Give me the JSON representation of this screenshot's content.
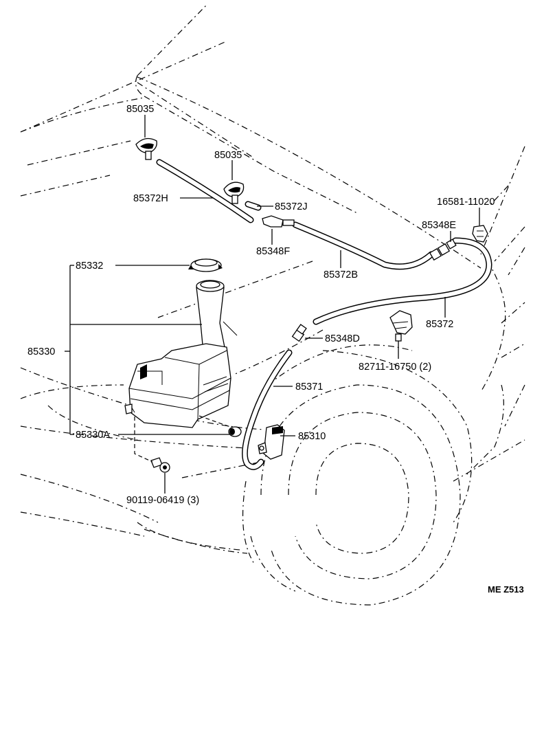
{
  "labels": {
    "nozzle_a": "85035",
    "nozzle_b": "85035",
    "hose_h": "85372H",
    "hose_j": "85372J",
    "joint_f": "85348F",
    "hose_b": "85372B",
    "joint_e": "85348E",
    "clip_part": "16581-11020",
    "hose_main": "85372",
    "joint_d": "85348D",
    "clamp": "82711-16750 (2)",
    "cap": "85332",
    "tank_assy": "85330",
    "tank_bracket": "85330A",
    "hose_pump": "85371",
    "pump": "85310",
    "bolt": "90119-06419 (3)"
  },
  "figure_code": "ME Z513"
}
